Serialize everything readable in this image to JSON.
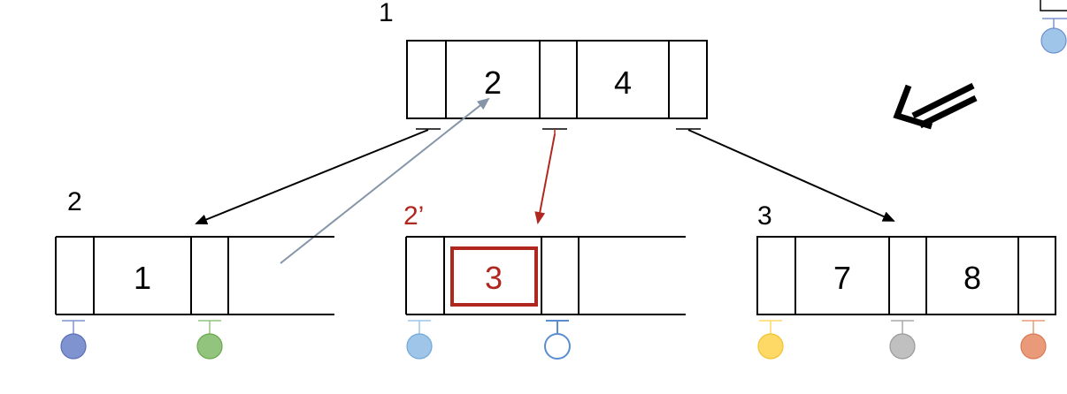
{
  "colors": {
    "stroke": "#000000",
    "highlight": "#b0271f",
    "pointer_gray": "#8495a8",
    "blue_dark": "#7f93d1",
    "green": "#93c47d",
    "blue_light": "#9fc5e8",
    "blue_outline": "#5b8ed1",
    "yellow": "#ffd966",
    "gray": "#c0c0c0",
    "salmon": "#ea9a78"
  },
  "root": {
    "label": "1",
    "keys": [
      "2",
      "4"
    ]
  },
  "left_node": {
    "label": "2",
    "keys": [
      "1"
    ]
  },
  "middle_node": {
    "label": "2’",
    "keys": [
      "3"
    ]
  },
  "right_node": {
    "label": "3",
    "keys": [
      "7",
      "8"
    ]
  },
  "icons": {
    "direction_arrow": "double-arrow-icon",
    "leaf_pointer": "lollipop-pointer-icon"
  }
}
